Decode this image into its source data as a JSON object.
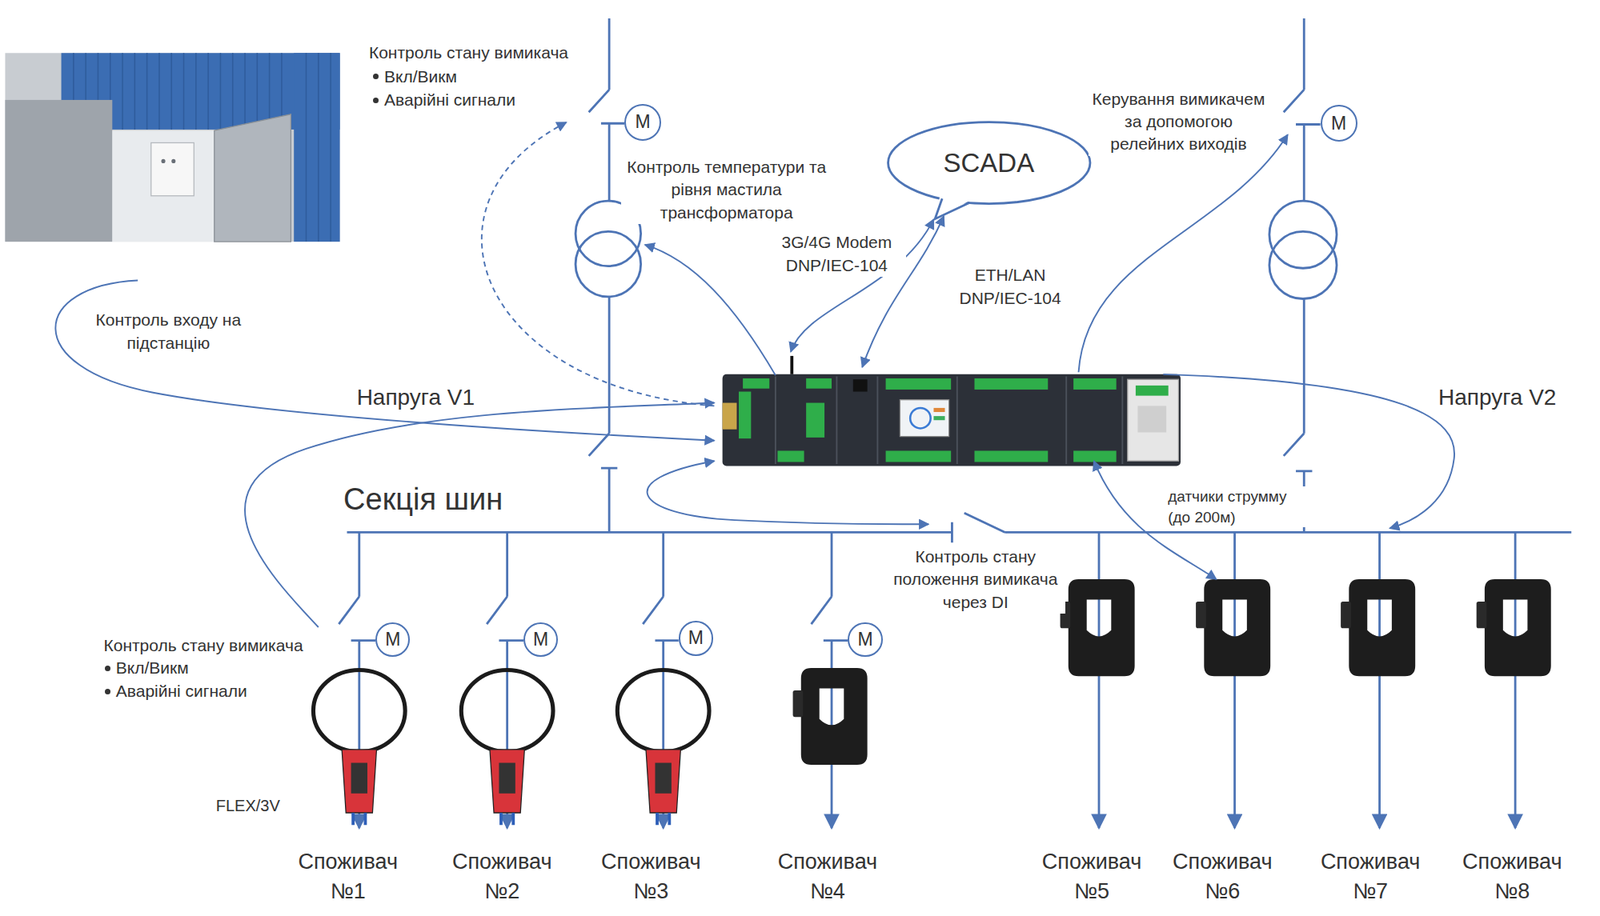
{
  "diagram": {
    "nodes": [
      {
        "text": [
          "M"
        ]
      },
      {
        "text": [
          "SCADA"
        ]
      },
      {
        "text": [
          "M"
        ]
      },
      {
        "text": [
          "M"
        ]
      },
      {
        "text": [
          "M"
        ]
      },
      {
        "text": [
          "M"
        ]
      },
      {
        "text": [
          "M"
        ]
      }
    ],
    "labels": [
      "Контроль стану вимикача",
      "Вкл/Викм",
      "Аварійні сигнали",
      "Керування вимикачем за допомогою релейних виходів",
      "Контроль температури та рівня мастила трансформатора",
      "3G/4G Modem DNP/IEC-104",
      "ETH/LAN DNP/IEC-104",
      "Контроль входу на підстанцію",
      "Напруга V1",
      "Напруга V2",
      "Секція шин",
      "датчики струмму (до 200м)",
      "Контроль стану положення вимикача через DI",
      "Контроль стану вимикача",
      "Вкл/Викм",
      "Аварійні сигнали",
      "FLEX/3V",
      "Споживач №1",
      "Споживач №2",
      "Споживач №3",
      "Споживач №4",
      "Споживач №5",
      "Споживач №6",
      "Споживач №7",
      "Споживач №8"
    ]
  }
}
